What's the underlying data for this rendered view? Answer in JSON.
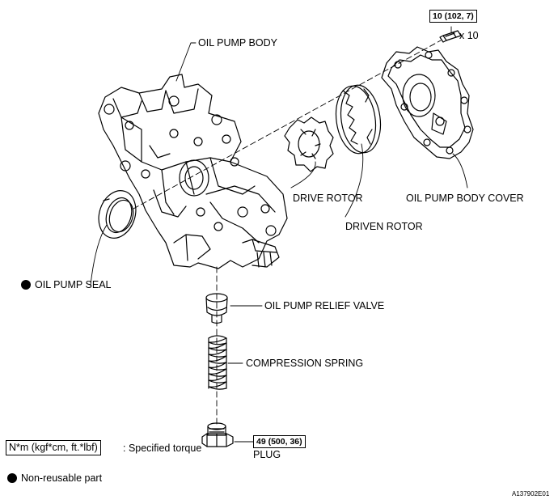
{
  "labels": {
    "oil_pump_body": "OIL PUMP BODY",
    "drive_rotor": "DRIVE ROTOR",
    "driven_rotor": "DRIVEN ROTOR",
    "oil_pump_body_cover": "OIL PUMP BODY COVER",
    "oil_pump_seal": "OIL PUMP SEAL",
    "oil_pump_relief_valve": "OIL PUMP RELIEF VALVE",
    "compression_spring": "COMPRESSION SPRING",
    "plug": "PLUG"
  },
  "torque": {
    "bolt_value": "10 (102, 7)",
    "bolt_count": "x 10",
    "plug_value": "49 (500, 36)"
  },
  "legend": {
    "torque_unit": "N*m (kgf*cm, ft.*lbf)",
    "torque_desc": ": Specified torque",
    "non_reusable": "Non-reusable part"
  },
  "figure_id": "A137902E01"
}
